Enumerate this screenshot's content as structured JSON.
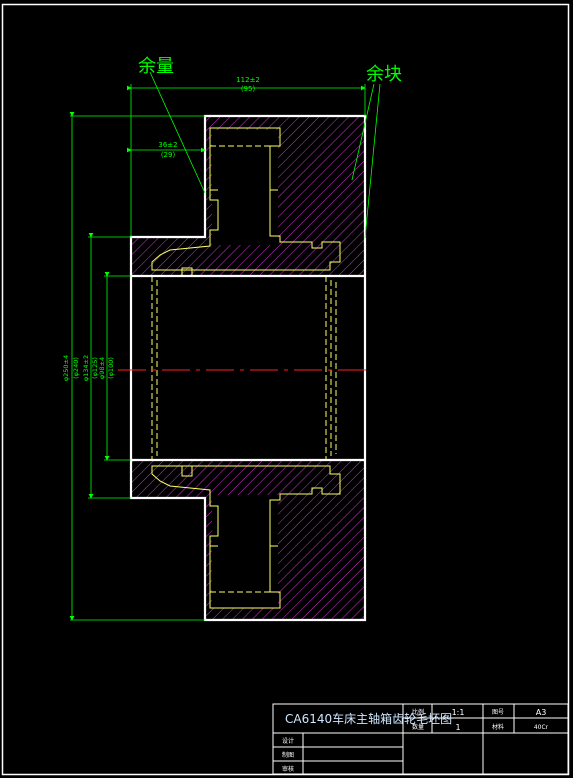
{
  "callouts": {
    "allowance": "余量",
    "excess": "余块"
  },
  "dimensions": {
    "overall_width": "112±2",
    "overall_width_ref": "(95)",
    "step_width": "36±2",
    "step_width_ref": "(29)",
    "outer_diameter": "φ250±4",
    "outer_diameter_ref": "(φ240)",
    "hub_diameter": "φ134±2",
    "hub_diameter_ref": "(φ125)",
    "bore_diameter": "φ98±4",
    "bore_diameter_ref": "(φ100)"
  },
  "title_block": {
    "title": "CA6140车床主轴箱齿轮毛坯图",
    "scale_label": "比例",
    "scale_value": "1:1",
    "sheet_label": "图号",
    "sheet_value": "A3",
    "qty_label": "数量",
    "qty_value": "1",
    "material_label": "材料",
    "material_value": "40Cr",
    "designer_label": "设计",
    "drafter_label": "制图",
    "checker_label": "审核"
  },
  "colors": {
    "background": "#000000",
    "outline": "#ffffff",
    "dimension": "#00ff00",
    "hatch": "#cc33cc",
    "hidden": "#ffff66",
    "centerline": "#ff2020"
  }
}
